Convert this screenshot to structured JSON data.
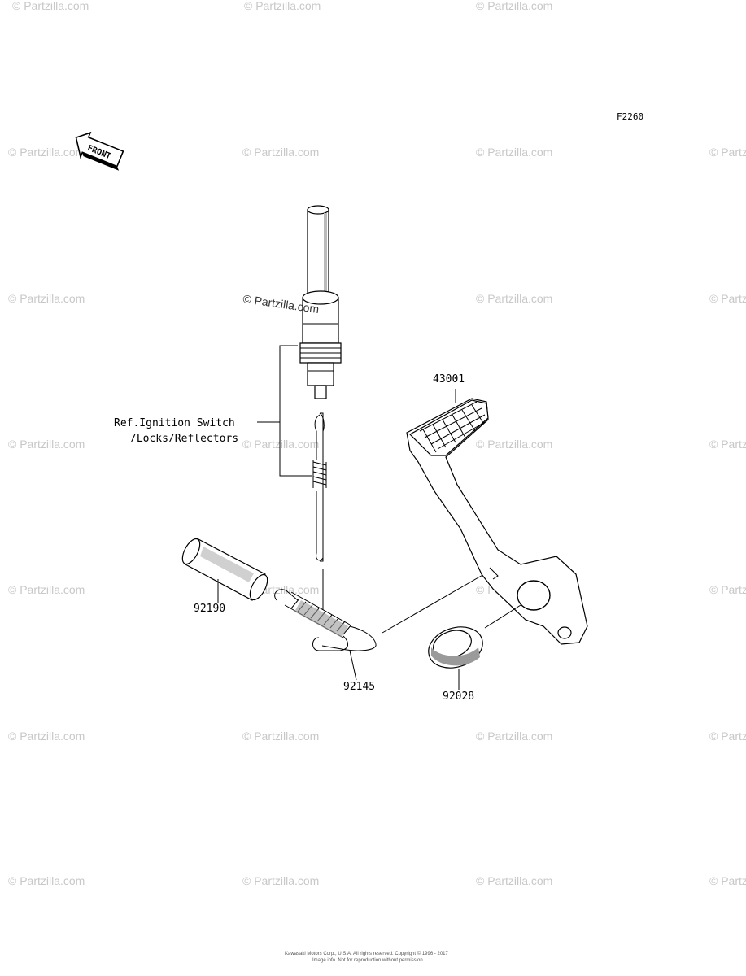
{
  "diagram": {
    "figure_code": "F2260",
    "front_label": "FRONT",
    "reference_note": {
      "line1": "Ref.Ignition Switch",
      "line2": "/Locks/Reflectors"
    },
    "parts": [
      {
        "number": "43001"
      },
      {
        "number": "92190"
      },
      {
        "number": "92145"
      },
      {
        "number": "92028"
      }
    ],
    "center_watermark": "© Partzilla.com",
    "watermark_text": "© Partzilla.com",
    "footer": {
      "line1": "Kawasaki Motors Corp., U.S.A. All rights reserved. Copyright © 1996 - 2017",
      "line2": "Image info. Not for reproduction without permission"
    }
  }
}
